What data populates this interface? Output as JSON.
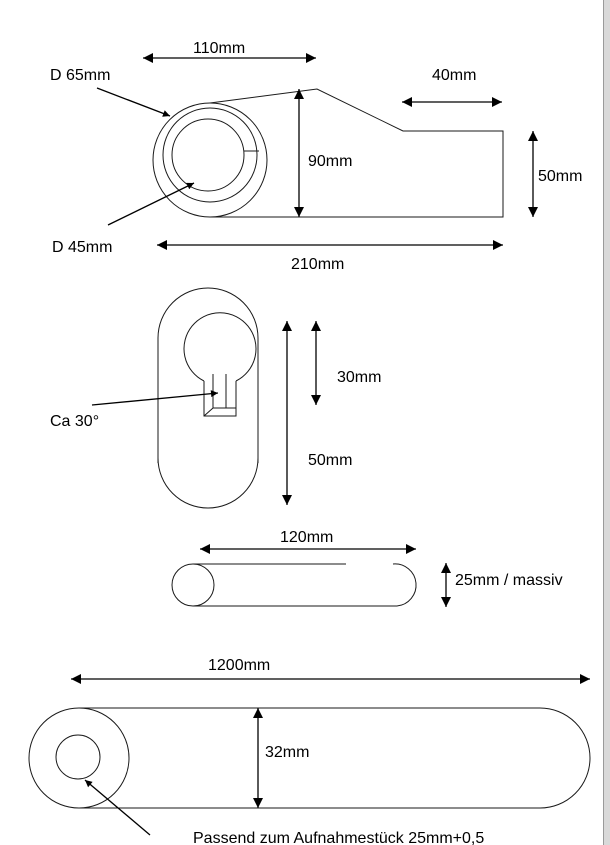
{
  "part1": {
    "dim_top": "110mm",
    "dim_outer_diameter": "D 65mm",
    "dim_height": "90mm",
    "dim_step": "40mm",
    "dim_end_height": "50mm",
    "dim_inner_diameter": "D 45mm",
    "dim_total_length": "210mm"
  },
  "part2": {
    "dim_slot_depth": "30mm",
    "dim_angle": "Ca 30°",
    "dim_height": "50mm"
  },
  "part3": {
    "dim_length": "120mm",
    "dim_diameter": "25mm  / massiv"
  },
  "part4": {
    "dim_length": "1200mm",
    "dim_diameter": "32mm",
    "note": "Passend zum Aufnahmestück 25mm+0,5"
  }
}
